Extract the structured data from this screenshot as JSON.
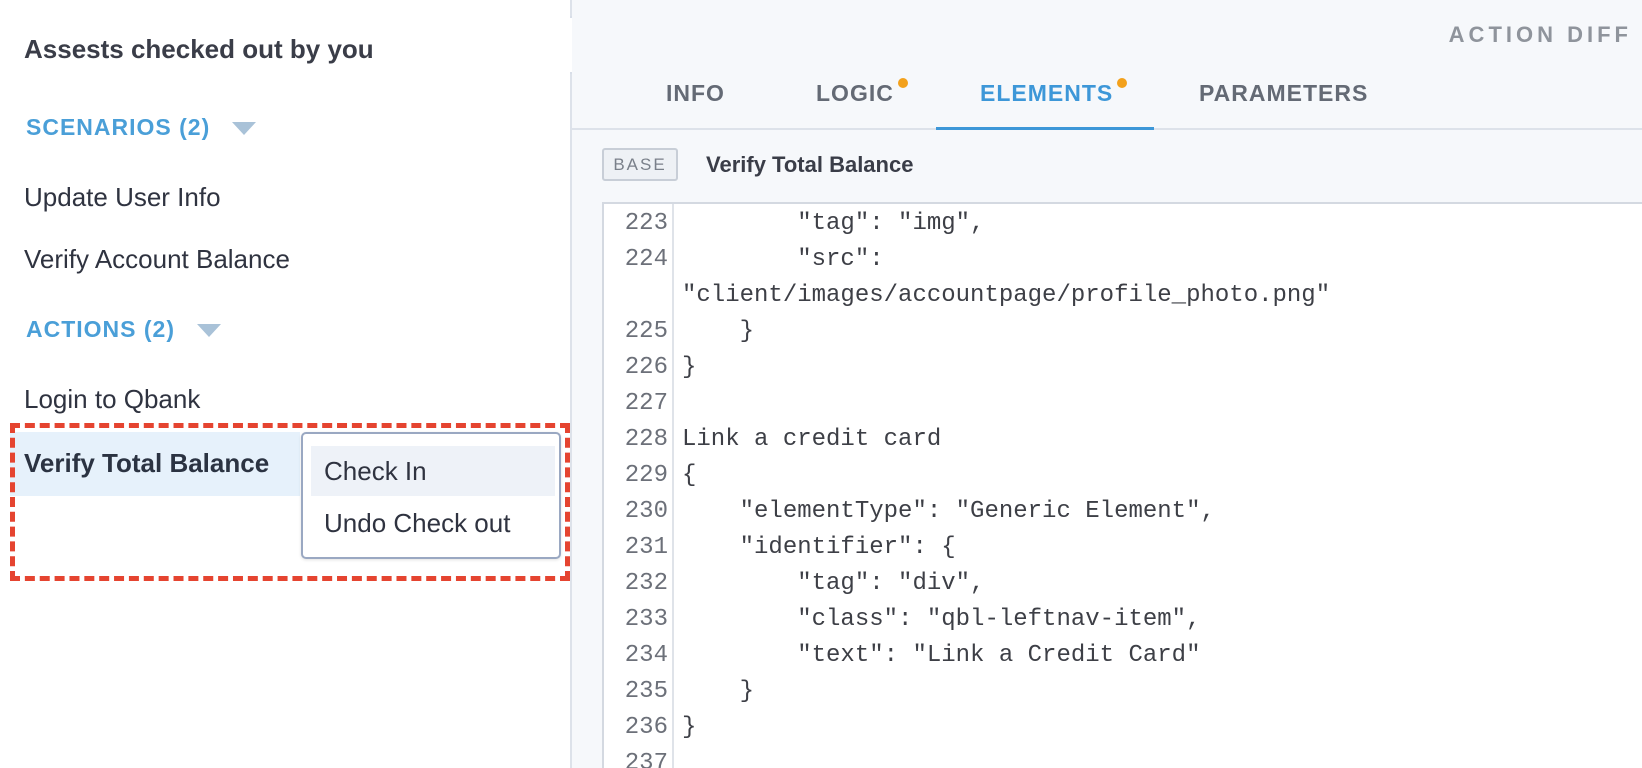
{
  "sidebar": {
    "title": "Assests checked out by you",
    "scenarios_header": "SCENARIOS (2)",
    "scenarios": [
      "Update User Info",
      "Verify Account Balance"
    ],
    "actions_header": "ACTIONS (2)",
    "actions": [
      "Login to Qbank",
      "Verify Total Balance"
    ]
  },
  "context_menu": {
    "items": [
      "Check In",
      "Undo Check out"
    ]
  },
  "header": {
    "title": "ACTION DIFF"
  },
  "tabs": [
    {
      "label": "INFO",
      "has_dot": false,
      "active": false
    },
    {
      "label": "LOGIC",
      "has_dot": true,
      "active": false
    },
    {
      "label": "ELEMENTS",
      "has_dot": true,
      "active": true
    },
    {
      "label": "PARAMETERS",
      "has_dot": false,
      "active": false
    }
  ],
  "editor": {
    "badge": "BASE",
    "file_title": "Verify Total Balance",
    "lines": [
      {
        "num": "223",
        "text": "        \"tag\": \"img\","
      },
      {
        "num": "224",
        "text": "        \"src\":"
      },
      {
        "num": "",
        "text": "\"client/images/accountpage/profile_photo.png\""
      },
      {
        "num": "225",
        "text": "    }"
      },
      {
        "num": "226",
        "text": "}"
      },
      {
        "num": "227",
        "text": ""
      },
      {
        "num": "228",
        "text": "Link a credit card"
      },
      {
        "num": "229",
        "text": "{"
      },
      {
        "num": "230",
        "text": "    \"elementType\": \"Generic Element\","
      },
      {
        "num": "231",
        "text": "    \"identifier\": {"
      },
      {
        "num": "232",
        "text": "        \"tag\": \"div\","
      },
      {
        "num": "233",
        "text": "        \"class\": \"qbl-leftnav-item\","
      },
      {
        "num": "234",
        "text": "        \"text\": \"Link a Credit Card\""
      },
      {
        "num": "235",
        "text": "    }"
      },
      {
        "num": "236",
        "text": "}"
      },
      {
        "num": "237",
        "text": ""
      }
    ]
  },
  "colors": {
    "accent": "#3d97d8",
    "dot": "#f3a11c",
    "highlight": "#e54430",
    "selected_bg": "#e6f1fb"
  },
  "icons": {
    "collapse": "chevron-left-icon",
    "section_toggle": "caret-down-icon"
  }
}
